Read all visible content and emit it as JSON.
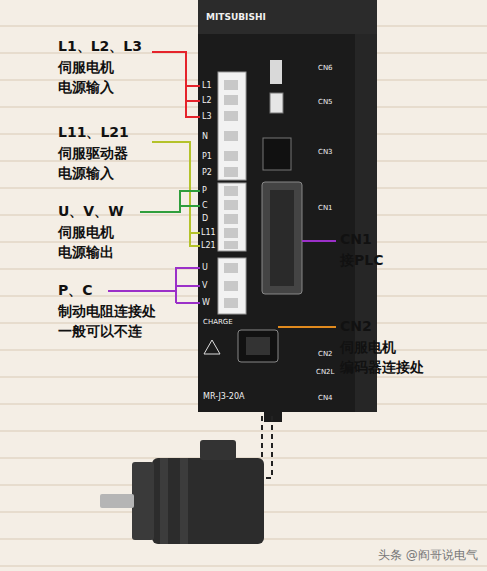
{
  "diagram": {
    "labels": [
      "L1、L2、L3",
      "伺服电机",
      "电源输入",
      "L11、L21",
      "伺服驱动器",
      "电源输入",
      "U、V、W",
      "伺服电机",
      "电源输出",
      "P、C",
      "制动电阻连接处",
      "一般可以不连",
      "CN1",
      "接PLC",
      "CN2",
      "伺服电机",
      "编码器连接处",
      "MITSUBISHI",
      "L1",
      "L2",
      "L3",
      "N",
      "P1",
      "P2",
      "P",
      "C",
      "D",
      "L11",
      "L21",
      "U",
      "V",
      "W",
      "CHARGE",
      "MR-J3-20A",
      "CN6",
      "CN5",
      "CN3",
      "CN1",
      "CN2",
      "CN2L",
      "CN4",
      "头条 @阎哥说电气"
    ]
  }
}
